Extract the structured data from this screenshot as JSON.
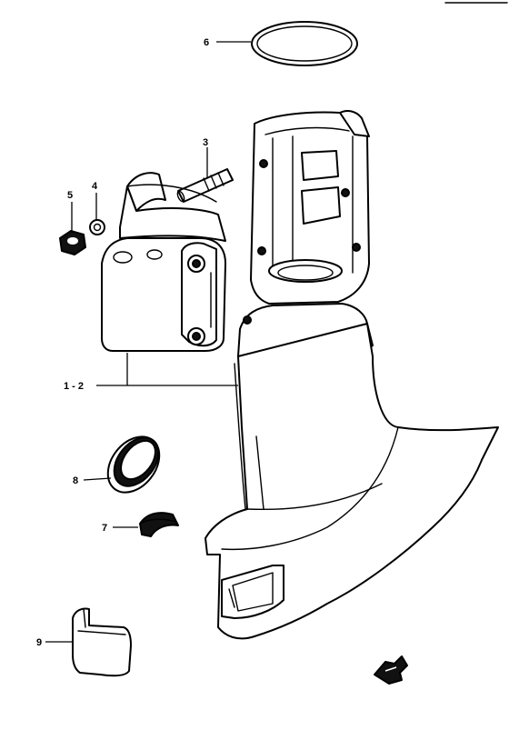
{
  "diagram": {
    "callouts": [
      {
        "id": "6",
        "label": "6"
      },
      {
        "id": "3",
        "label": "3"
      },
      {
        "id": "5",
        "label": "5"
      },
      {
        "id": "4",
        "label": "4"
      },
      {
        "id": "1-2",
        "label": "1 - 2"
      },
      {
        "id": "8",
        "label": "8"
      },
      {
        "id": "7",
        "label": "7"
      },
      {
        "id": "9",
        "label": "9"
      }
    ],
    "direction_arrow_icon": "front-arrow-icon",
    "line_color": "#000000",
    "background": "#ffffff"
  }
}
